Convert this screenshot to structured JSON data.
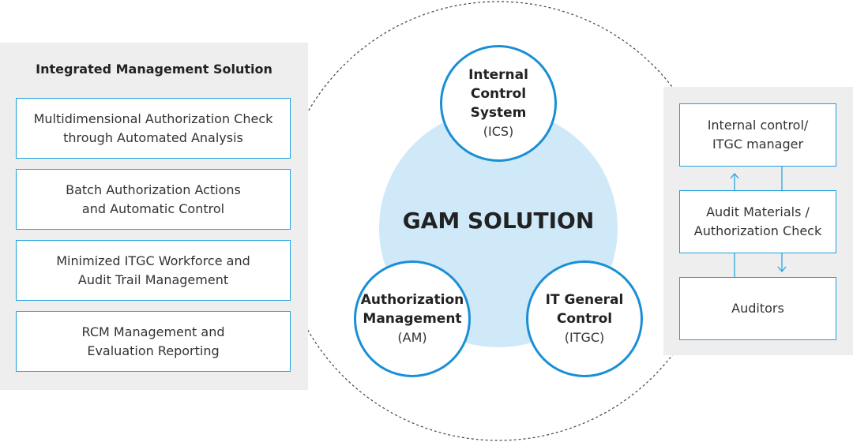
{
  "left_panel": {
    "title": "Integrated Management Solution",
    "items": [
      "Multidimensional Authorization Check\nthrough Automated Analysis",
      "Batch Authorization Actions\nand Automatic Control",
      "Minimized ITGC Workforce and\nAudit Trail Management",
      "RCM Management and\nEvaluation Reporting"
    ]
  },
  "center": {
    "label": "GAM SOLUTION",
    "nodes": {
      "ics": {
        "title": "Internal\nControl\nSystem",
        "abbr": "(ICS)"
      },
      "am": {
        "title": "Authorization\nManagement",
        "abbr": "(AM)"
      },
      "itgc": {
        "title": "IT General\nControl",
        "abbr": "(ITGC)"
      }
    }
  },
  "right_panel": {
    "items": [
      "Internal control/\nITGC manager",
      "Audit Materials /\nAuthorization Check",
      "Auditors"
    ]
  },
  "colors": {
    "accent_blue": "#1a8fd6",
    "box_border": "#1ea0dc",
    "core_fill": "#cfe9f8",
    "panel_bg": "#eeeeee"
  }
}
